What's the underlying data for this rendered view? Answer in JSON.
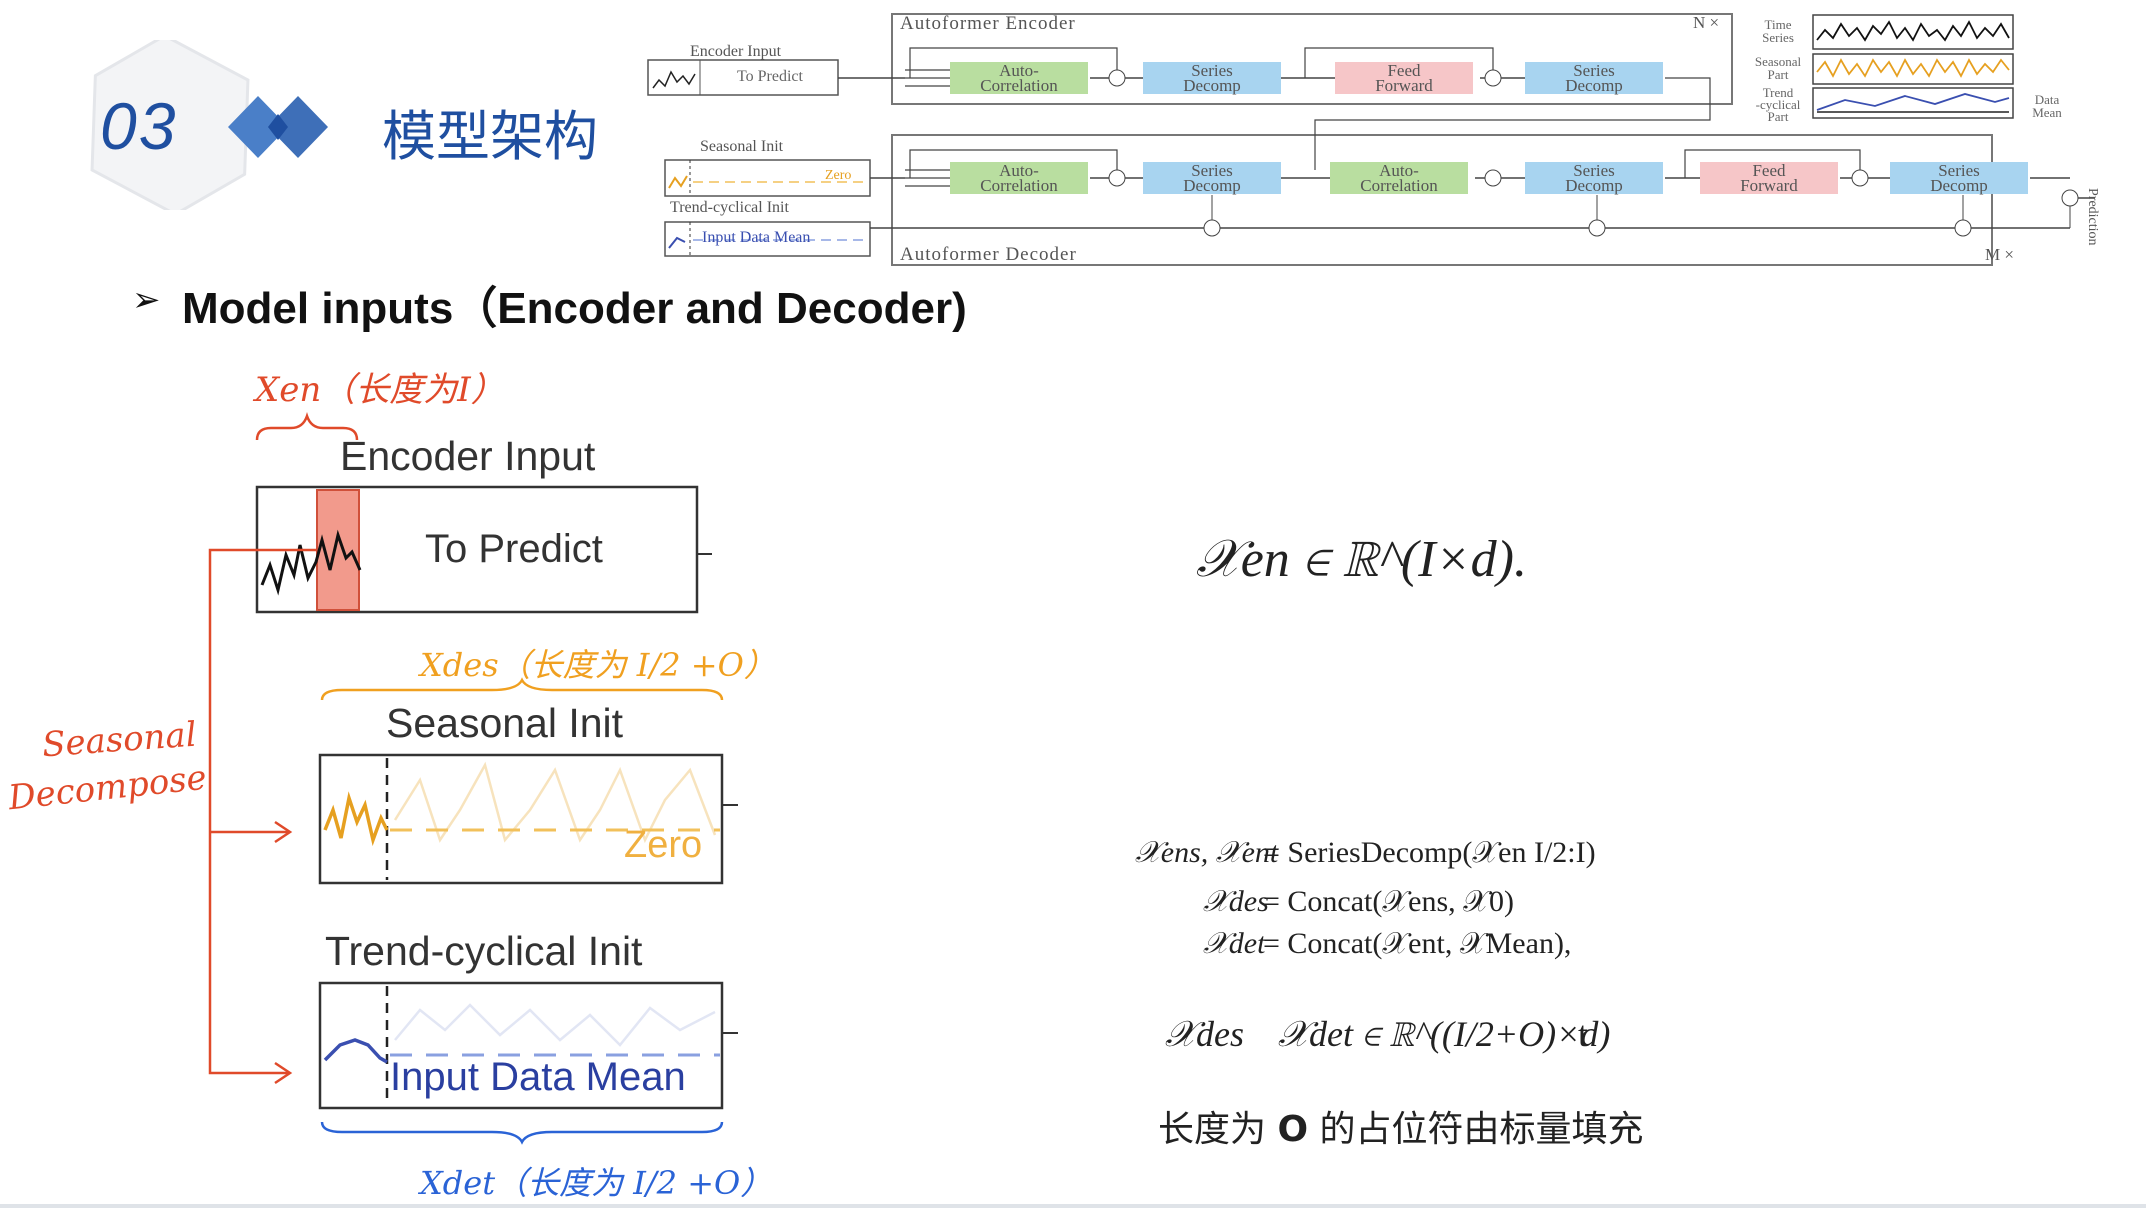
{
  "section": {
    "number": "03",
    "title": "模型架构"
  },
  "heading": "Model inputs（Encoder and Decoder)",
  "architecture": {
    "encoder_title": "Autoformer Encoder",
    "encoder_repeat": "N ×",
    "decoder_title": "Autoformer Decoder",
    "decoder_repeat": "M ×",
    "encoder_input_label": "Encoder Input",
    "to_predict": "To Predict",
    "seasonal_init_label": "Seasonal Init",
    "zero": "Zero",
    "trend_init_label": "Trend-cyclical Init",
    "input_data_mean": "Input Data Mean",
    "auto_correlation": "Auto-\nCorrelation",
    "series_decomp": "Series\nDecomp",
    "feed_forward": "Feed\nForward",
    "prediction": "Prediction",
    "legend_time_series": "Time\nSeries",
    "legend_seasonal": "Seasonal\nPart",
    "legend_trend": "Trend\n-cyclical\nPart",
    "legend_data_mean": "Data\nMean"
  },
  "figure": {
    "encoder_input": "Encoder Input",
    "to_predict": "To Predict",
    "seasonal_init": "Seasonal Init",
    "zero": "Zero",
    "trend_init": "Trend-cyclical Init",
    "input_data_mean": "Input Data Mean"
  },
  "annotations": {
    "xen": "Xen（长度为I）",
    "xdes": "Xdes（长度为 I/2 +O）",
    "seasonal_line1": "Seasonal",
    "seasonal_line2": "Decompose",
    "xdet": "Xdet（长度为 I/2 +O）"
  },
  "formulas": {
    "xen_dim": "𝒳en ∈ ℝ^(I×d).",
    "eq1_lhs": "𝒳ens, 𝒳ent",
    "eq1_rhs": "= SeriesDecomp(𝒳en I/2:I)",
    "eq2_lhs": "𝒳des",
    "eq2_rhs": "= Concat(𝒳ens, 𝒳0)",
    "eq3_lhs": "𝒳det",
    "eq3_rhs": "= Concat(𝒳ent, 𝒳Mean),",
    "dims_des": "𝒳des",
    "dims_det": "𝒳det ∈ ℝ^((I/2+O)×d)",
    "dims_tail": "t",
    "caption_pre": "长度为 ",
    "caption_bold": "O",
    "caption_post": " 的占位符由标量填充"
  },
  "colors": {
    "accent_blue": "#1f4fa0",
    "diamond_blue": "#4a7fc8",
    "red_annotation": "#e04a2a",
    "orange_annotation": "#f0a020",
    "blue_annotation": "#2a63d6",
    "auto_corr_green": "#b9dea0",
    "decomp_blue": "#a8d4f0",
    "feed_pink": "#f6c6c8"
  }
}
